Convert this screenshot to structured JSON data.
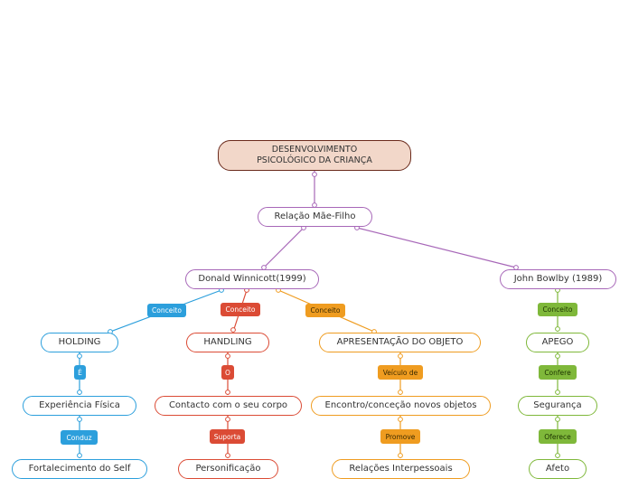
{
  "colors": {
    "root_fill": "#f2d7c9",
    "root_border": "#6b2b1d",
    "purple": "#a767b8",
    "blue": "#2c9fdc",
    "red": "#db4b35",
    "orange": "#ef9c20",
    "green": "#7fb83a"
  },
  "root": {
    "line1": "DESENVOLVIMENTO",
    "line2": "PSICOLÓGICO DA CRIANÇA"
  },
  "relacao": "Relação Mãe-Filho",
  "winnicott": "Donald Winnicott(1999)",
  "bowlby": "John Bowlby (1989)",
  "holding": {
    "link_label": "Conceito",
    "title": "HOLDING",
    "rel1": "É",
    "node1": "Experiência Física",
    "rel2": "Conduz",
    "node2": "Fortalecimento do Self"
  },
  "handling": {
    "link_label": "Conceito",
    "title": "HANDLING",
    "rel1": "O",
    "node1": "Contacto com o seu corpo",
    "rel2": "Suporta",
    "node2": "Personificação"
  },
  "objeto": {
    "link_label": "Conceito",
    "title": "APRESENTAÇÃO DO OBJETO",
    "rel1": "Veículo de",
    "node1": "Encontro/conceção novos objetos",
    "rel2": "Promove",
    "node2": "Relações Interpessoais"
  },
  "apego": {
    "link_label": "Conceito",
    "title": "APEGO",
    "rel1": "Confere",
    "node1": "Segurança",
    "rel2": "Oferece",
    "node2": "Afeto"
  }
}
